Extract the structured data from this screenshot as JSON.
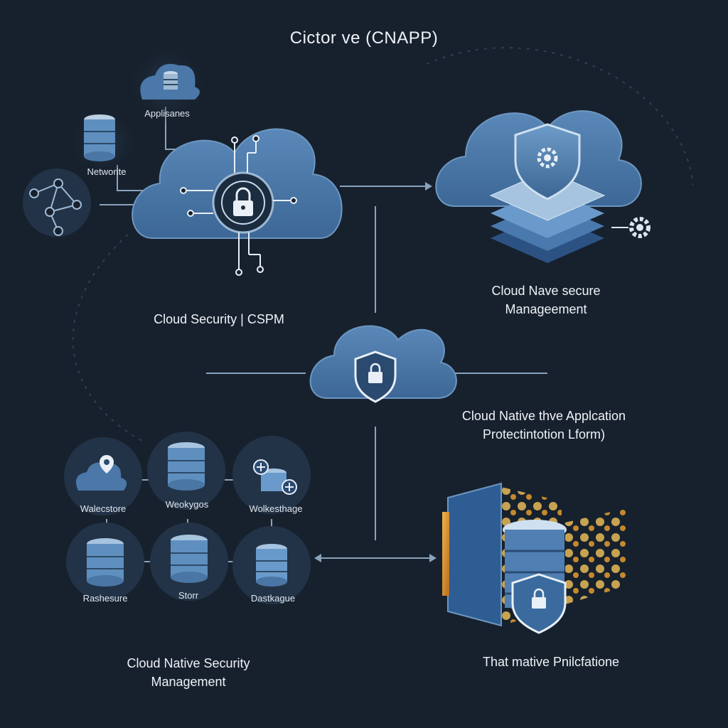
{
  "title": "Cictor ve (CNAPP)",
  "nodes": {
    "applications": "Applisanes",
    "network": "Networite",
    "cspm": "Cloud Security  |  CSPM",
    "cloud_native_secure": [
      "Cloud Nave secure",
      "Manageement"
    ],
    "cnapp": [
      "Cloud Native thve Applcation",
      "Protectintotion Lform)"
    ],
    "cnsm": [
      "Cloud Native Security",
      "Management"
    ],
    "workload_protection": "That mative Pnilcfatione"
  },
  "grid": {
    "top_row": [
      "Walecstore",
      "Weokygos",
      "Wolkesthage"
    ],
    "bottom_row": [
      "Rashesure",
      "Storr",
      "Dastkague"
    ]
  },
  "colors": {
    "background": "#17212d",
    "cloud_fill": "#4b78a8",
    "cloud_dark": "#3a6391",
    "circle_bg": "#24364a",
    "line": "#8aa3bd",
    "accent_orange": "#e9a23b",
    "text": "#eef2f7"
  },
  "icons": {
    "central_cloud": "cloud-shield-lock-icon",
    "cspm_cloud": "cloud-lock-circuit-icon",
    "secure_mgmt": "shield-gear-stack-icon",
    "workload": "server-shield-panels-icon"
  }
}
